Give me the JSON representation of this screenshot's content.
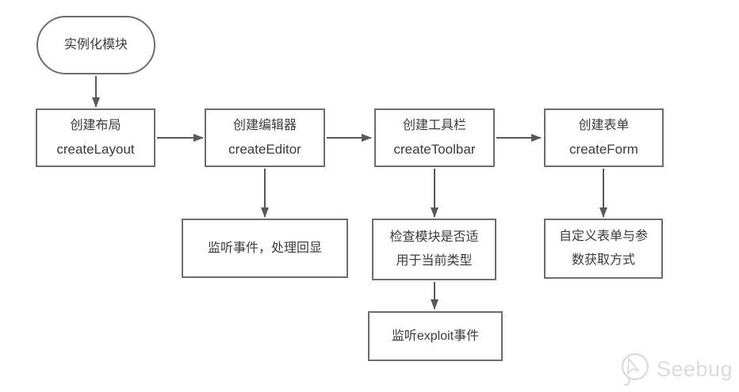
{
  "diagram": {
    "start": {
      "label": "实例化模块"
    },
    "steps": [
      {
        "title": "创建布局",
        "code": "createLayout"
      },
      {
        "title": "创建编辑器",
        "code": "createEditor"
      },
      {
        "title": "创建工具栏",
        "code": "createToolbar"
      },
      {
        "title": "创建表单",
        "code": "createForm"
      }
    ],
    "details": [
      {
        "label": "监听事件，处理回显"
      },
      {
        "label": "检查模块是否适用于当前类型"
      },
      {
        "label": "自定义表单与参数获取方式"
      },
      {
        "label": "监听exploit事件"
      }
    ]
  },
  "watermark": {
    "brand": "Seebug"
  },
  "colors": {
    "background": "#ffffff",
    "node_border": "#6e6e6e",
    "arrow": "#595959",
    "text": "#3b3b3b",
    "watermark": "#dcdcdc"
  }
}
